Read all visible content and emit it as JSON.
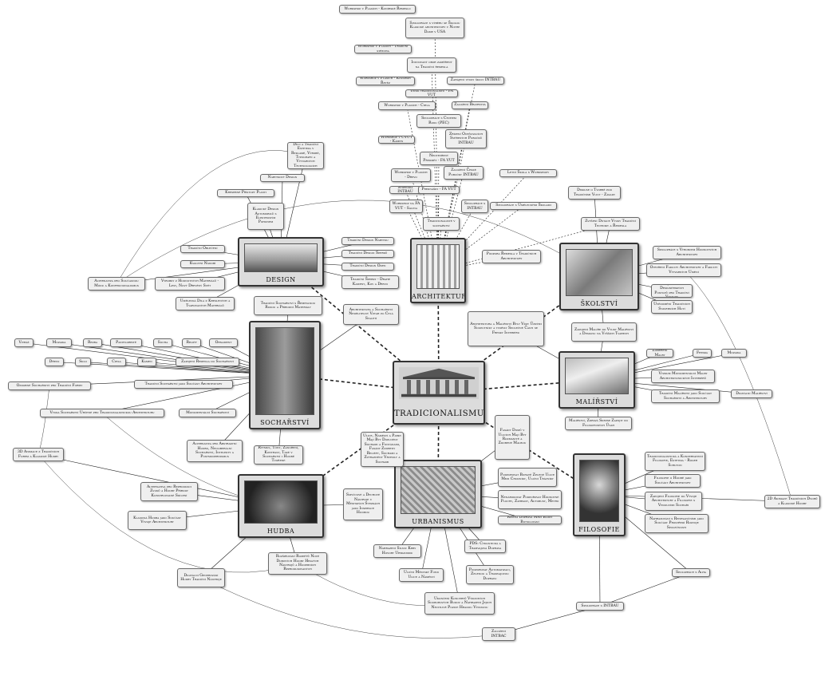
{
  "center": {
    "id": "tradicionalismus",
    "label": "TRADICIONALISMUS"
  },
  "majors": [
    {
      "id": "design",
      "label": "DESIGN"
    },
    {
      "id": "architektura",
      "label": "ARCHITEKTURA"
    },
    {
      "id": "skolstvi",
      "label": "ŠKOLSTVÍ"
    },
    {
      "id": "socharstvi",
      "label": "SOCHAŘSTVÍ"
    },
    {
      "id": "malirstvi",
      "label": "MALÍŘSTVÍ"
    },
    {
      "id": "hudba",
      "label": "HUDBA"
    },
    {
      "id": "urbanismus",
      "label": "URBANISMUS"
    },
    {
      "id": "filosofie",
      "label": "FILOSOFIE"
    }
  ],
  "nodes": [
    {
      "id": "n1",
      "text": "Workshop v Plasích - Konírské Řemeslo"
    },
    {
      "id": "n2",
      "text": "Spolupráce s výběru se Školou Klasické architektury v Notre Dame v USA"
    },
    {
      "id": "n3",
      "text": "Workshop v Plasích - Tradiční střecha"
    },
    {
      "id": "n4",
      "text": "Iniciovaný obor zaměřený na Tradiční řemesla"
    },
    {
      "id": "n5",
      "text": "Workshop v Plasích - Kovářský Řetěz"
    },
    {
      "id": "n6",
      "text": "Zahájení výuky školy INTBAU"
    },
    {
      "id": "n7",
      "text": "Vznik tradicionalistů - FA VUT"
    },
    {
      "id": "n8",
      "text": "Workshop v Plasích - Cihla"
    },
    {
      "id": "n9",
      "text": "Založení Bratrstva"
    },
    {
      "id": "n10",
      "text": "Spolupráce s Cechem Ruku (PEC)"
    },
    {
      "id": "n11",
      "text": "Zřízení Oceňovacích Svěřených Pobočků INTBAU"
    },
    {
      "id": "n12",
      "text": "Workshop v ČVUT - Kámen"
    },
    {
      "id": "n13",
      "text": "Neotevřený Předmět - FA VUT"
    },
    {
      "id": "n14",
      "text": "Workshop v Plasích - Dřevo"
    },
    {
      "id": "n15",
      "text": "Založení České Pobočky INTBAU"
    },
    {
      "id": "n16",
      "text": "Stipendia INTBAU"
    },
    {
      "id": "n17",
      "text": "Letní Škola s Workshopy"
    },
    {
      "id": "n18",
      "text": "Prednášky - FA VUT"
    },
    {
      "id": "n19",
      "text": "Spolupráce s INTBAU"
    },
    {
      "id": "n20",
      "text": "Spolupráce s Uměleckými Školami"
    },
    {
      "id": "n21",
      "text": "Workshop na FA VUT - Salina"
    },
    {
      "id": "n22",
      "text": "Tradicionalisté v sochařství"
    },
    {
      "id": "n23",
      "text": "Zvýšení Dotace Výuky Tradiční Techniky a Řemesla"
    },
    {
      "id": "n24",
      "text": "Diskuse o Tvorbě pod Tradičními Vlivy - Zásady"
    },
    {
      "id": "n25",
      "text": "Dílo a Tradiční Estetika v Reklamě, Výrobě, Typografii a Výtvarných Technologiích"
    },
    {
      "id": "n26",
      "text": "Nábytkový Design"
    },
    {
      "id": "n27",
      "text": "Kresebné Přístupy Plasti"
    },
    {
      "id": "n28",
      "text": "Klasický Design Automobilů s Elektrickým Pohonem"
    },
    {
      "id": "n29",
      "text": "Tradiční Design Nábytku"
    },
    {
      "id": "n30",
      "text": "Podpora Řemesla v Tradičních Architektury"
    },
    {
      "id": "n31",
      "text": "Tradiční Oblečení"
    },
    {
      "id": "n32",
      "text": "Tradiční Design Šperků"
    },
    {
      "id": "n33",
      "text": "Kvalitní Nádobí"
    },
    {
      "id": "n34",
      "text": "Tradiční Design Oken"
    },
    {
      "id": "n35",
      "text": "Alternativa pro Současnou Módu a Konfekcionalismus"
    },
    {
      "id": "n36",
      "text": "Výrobky z Hodnotných Materiálů - Lesy, Nový Dřevěný Svět"
    },
    {
      "id": "n37",
      "text": "Tradiční Šperky - Drahé Kameny, Kov a Dřevo"
    },
    {
      "id": "n38",
      "text": "Spolupráce s Výrobcem Hodnotných Architektury"
    },
    {
      "id": "n39",
      "text": "Otevření Fakulty Architektury a Fakulty Výtvarných Umění"
    },
    {
      "id": "n40",
      "text": "Užití Sjednocených Designérských Postupů pro Tradiční Výstupy"
    },
    {
      "id": "n41",
      "text": "Uvědomění Tradičních Stavebních Hutí"
    },
    {
      "id": "n42",
      "text": "Tradiční Sochařství s Řemeslnou Rukou a Přírodní Materiály"
    },
    {
      "id": "n43",
      "text": "Architektura a Sochařství Nedělitelný Vztah po Celá Staletí"
    },
    {
      "id": "n44",
      "text": "Architektura a Malířství Byly Vždy Úzkými Souputníky a tvořily Společné Části se Fresky Interiéru"
    },
    {
      "id": "n45",
      "text": "Umělecká Díla z Kreslených a Tvarovaných Materiálů"
    },
    {
      "id": "n46",
      "text": "Vitráž"
    },
    {
      "id": "n47",
      "text": "Mozaika"
    },
    {
      "id": "n48",
      "text": "Rezba"
    },
    {
      "id": "n49",
      "text": "Pastelorbitě"
    },
    {
      "id": "n50",
      "text": "Socha"
    },
    {
      "id": "n51",
      "text": "Reliéf"
    },
    {
      "id": "n52",
      "text": "Ornament"
    },
    {
      "id": "n53",
      "text": "Dřevo"
    },
    {
      "id": "n54",
      "text": "Sklo"
    },
    {
      "id": "n55",
      "text": "Cihla"
    },
    {
      "id": "n56",
      "text": "Kámen"
    },
    {
      "id": "n57",
      "text": "Zapojení Řemesla do Sochařství"
    },
    {
      "id": "n58",
      "text": "Zapojení Malíře do Výuky Malířství a Designu na Vyšších Tvarech"
    },
    {
      "id": "n59",
      "text": "Zaměření Malby"
    },
    {
      "id": "n60",
      "text": "Freska"
    },
    {
      "id": "n61",
      "text": "Mozaika"
    },
    {
      "id": "n62",
      "text": "Ozdobné Sochařství pro Tradiční Formy"
    },
    {
      "id": "n63",
      "text": "Tradiční Sochařství jako Součást Architektury"
    },
    {
      "id": "n64",
      "text": "Výuka Sochařství Určené pro Tradicionalistickou Architekturu"
    },
    {
      "id": "n65",
      "text": "Monumentální Sochařství"
    },
    {
      "id": "n66",
      "text": "Výzkum Monumentální Malby Architektonických Interiérů"
    },
    {
      "id": "n67",
      "text": "Tradiční Malířství jako Součást Sochařství a Architektury"
    },
    {
      "id": "n68",
      "text": "Digitální Malířství"
    },
    {
      "id": "n69",
      "text": "Malířství, Zdravá Skepse Zapojit do Filosofických Úvah"
    },
    {
      "id": "n70",
      "text": "Ulice, Náměstí a Parky Mají Být Doplněny Sochami a Fontánami, Fasády Zdobeny Reliéfy, Sochami a Zvýrazněny Vrcholy a Sochami"
    },
    {
      "id": "n71",
      "text": "Fasády Domů v Ulicích Mají Být Rozmanitě a Zdobené Malbou"
    },
    {
      "id": "n72",
      "text": "Alternativa pro Abstraktní Hudbu, Neoliberální Sochařství, Intelekty a Postmodernismus"
    },
    {
      "id": "n73",
      "text": "Rytmus, Tóny, Zanoření, Kontrast, Také v Sochařství i Hudbě Tvořené"
    },
    {
      "id": "n74",
      "text": "3D Animace z Tradičních Forem a Klasické Hudby"
    },
    {
      "id": "n75",
      "text": "Alternativa pro Reprodukci Zvuků a Hudby Přírody Konstruované Sdílení"
    },
    {
      "id": "n76",
      "text": "Klasická Hudba jako Součást Vývoje Architektury"
    },
    {
      "id": "n77",
      "text": "Smyčcové a Dechové Nástroje v Městských Stezkách jako Inspirace Hudbou"
    },
    {
      "id": "n78",
      "text": "Podporovat Bohatě Zelené Ulice Mezi Chodníky, Uliční Trávníky"
    },
    {
      "id": "n79",
      "text": "Nenárokovat Podpořovat Hodnotné Plochy, Zahrady, Autobusy, Metro"
    },
    {
      "id": "n80",
      "text": "Řízená Doprava Mezi Bloky Bicyklování"
    },
    {
      "id": "n81",
      "text": "Tradicionalistická a Konzervativní Filosofie, Estetika - Roger Scruton"
    },
    {
      "id": "n82",
      "text": "Filosofie o Hudbě jako Součást Architektury"
    },
    {
      "id": "n83",
      "text": "Zapojení Filosofie do Vývoje Architektury a Filosofie s Vedoucími Sochaři"
    },
    {
      "id": "n84",
      "text": "Nahrazování s Renesančními jako Součást Prostředí Rozvoje Společnosti"
    },
    {
      "id": "n85",
      "text": "2D Animace Tradičních Dvorů a Klasické Hudby"
    },
    {
      "id": "n86",
      "text": "Nahrazení Silnic Krby Hovory Urbanismu"
    },
    {
      "id": "n87",
      "text": "PDS: Cyklistická a Tramvajová Doprava"
    },
    {
      "id": "n88",
      "text": "Uliční Městský Fond Ulice a Náměstí"
    },
    {
      "id": "n89",
      "text": "Podporovat Automatizaci, Zelenou a Tramvajovou Dopravu"
    },
    {
      "id": "n90",
      "text": "Ukončení Koncertů Výkonných Souborových Budov a Nahrazení Jejich Necitlivé Pozice Hradou Výstavou"
    },
    {
      "id": "n91",
      "text": "Digitální Generování Hudby Tradiční Nástroje"
    },
    {
      "id": "n92",
      "text": "Rozšiřování Rozpěťů Nové Dobových Hudby Hravých Nástrojů a Hudebních Reprodukovaných"
    },
    {
      "id": "n93",
      "text": "Spolupráce s Alha"
    },
    {
      "id": "n94",
      "text": "Spolupráce s INTBAU"
    },
    {
      "id": "n95",
      "text": "Založení INTBAC"
    }
  ]
}
